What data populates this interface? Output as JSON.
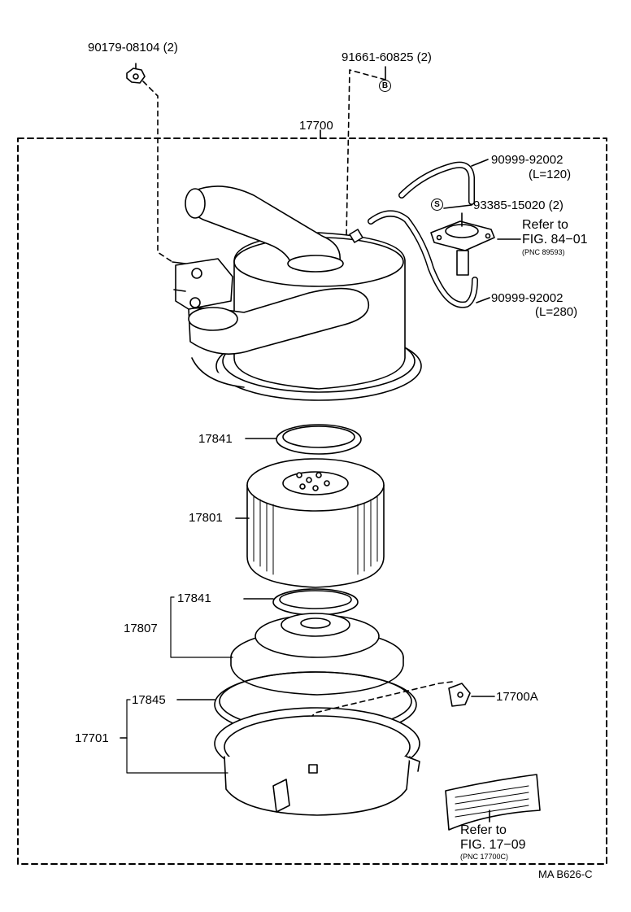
{
  "labels": {
    "p_90179": "90179-08104 (2)",
    "p_91661": "91661-60825 (2)",
    "p_17700": "17700",
    "p_90999_a": "90999-92002",
    "p_l120": "(L=120)",
    "p_93385": "93385-15020 (2)",
    "refer_to_1": "Refer to",
    "fig_84": "FIG. 84−01",
    "pnc_89593": "(PNC 89593)",
    "p_90999_b": "90999-92002",
    "p_l280": "(L=280)",
    "p_17841_a": "17841",
    "p_17801": "17801",
    "p_17841_b": "17841",
    "p_17807": "17807",
    "p_17845": "17845",
    "p_17700a": "17700A",
    "p_17701": "17701",
    "refer_to_2": "Refer to",
    "fig_17": "FIG. 17−09",
    "pnc_17700c": "(PNC 17700C)",
    "diagram_code": "MA B626-C"
  },
  "markers": {
    "b": "B",
    "s": "S"
  }
}
